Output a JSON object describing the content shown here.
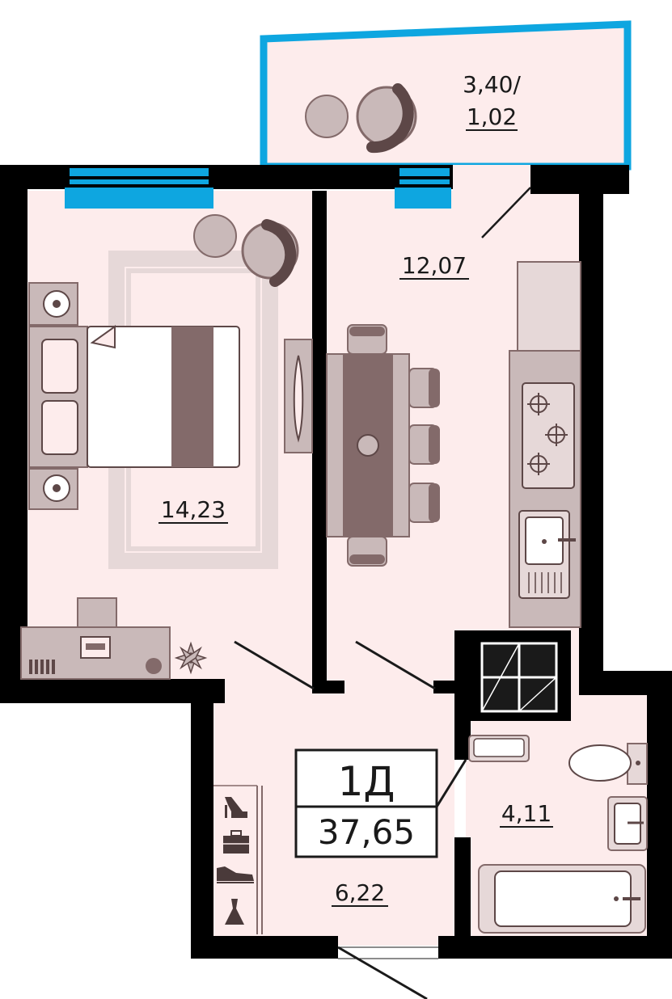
{
  "unit": {
    "type_label": "1Д",
    "total_area": "37,65"
  },
  "rooms": {
    "balcony": {
      "area_line1": "3,40/",
      "area_line2": "1,02"
    },
    "kitchen": {
      "area": "12,07"
    },
    "bedroom": {
      "area": "14,23"
    },
    "hall": {
      "area": "6,22"
    },
    "bathroom": {
      "area": "4,11"
    }
  },
  "colors": {
    "wall": "#000000",
    "floor": "#fdecec",
    "furniture": "#c9b9b9",
    "furniture_dark": "#836a6a",
    "window": "#0ea6e0"
  }
}
